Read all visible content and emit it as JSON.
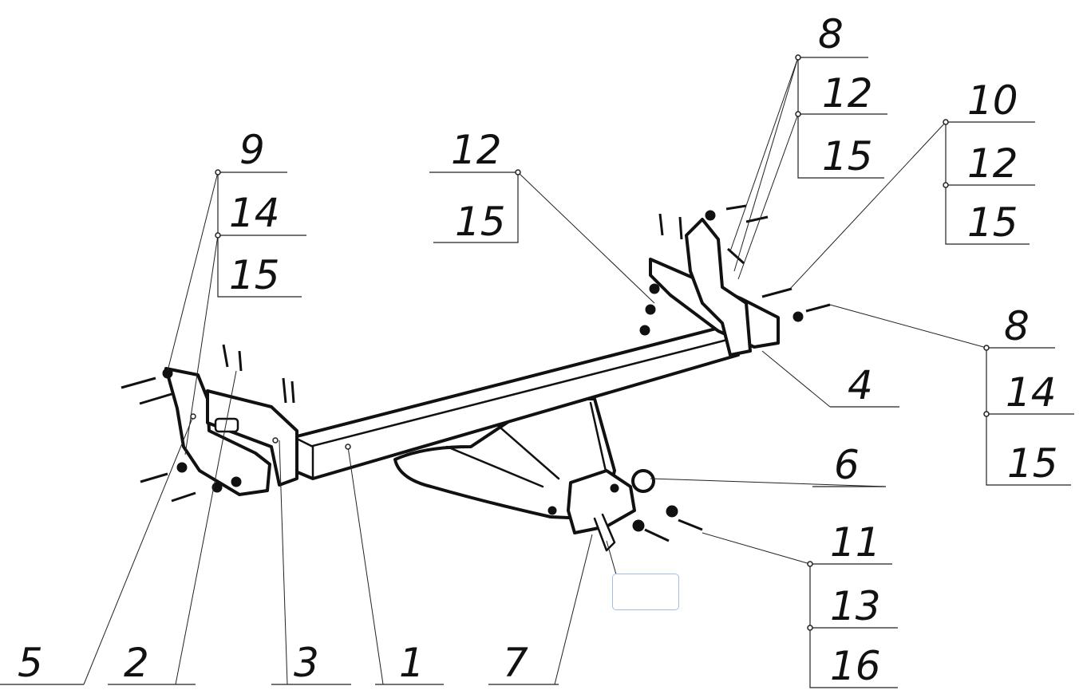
{
  "callouts": {
    "left_stack": [
      "9",
      "14",
      "15"
    ],
    "center_stack": [
      "12",
      "15"
    ],
    "top_right_stack": [
      "8",
      "12",
      "15"
    ],
    "right_stack": [
      "10",
      "12",
      "15"
    ],
    "far_right_stack": [
      "8",
      "14",
      "15"
    ],
    "bottom_right_stack": [
      "11",
      "13",
      "16"
    ],
    "single_4": "4",
    "single_6": "6",
    "bottom_5": "5",
    "bottom_2": "2",
    "bottom_3": "3",
    "bottom_1": "1",
    "bottom_7": "7"
  },
  "label_box_text": ""
}
